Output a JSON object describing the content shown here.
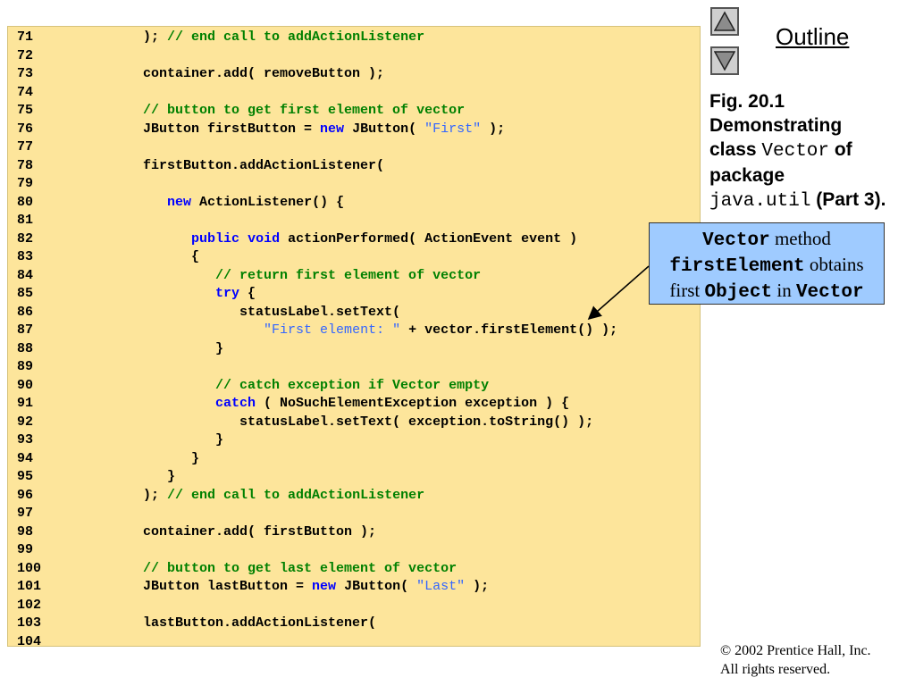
{
  "nav": {
    "outline_label": "Outline",
    "up_icon": "triangle-up-icon",
    "down_icon": "triangle-down-icon"
  },
  "caption": {
    "line1": "Fig. 20.1",
    "line2": "Demonstrating",
    "line3_pre": "class ",
    "line3_mono": "Vector",
    "line3_post": " of",
    "line4": "package",
    "line5_mono": "java.util",
    "line5_post": " (Part 3)."
  },
  "callout": {
    "p1_mono": "Vector",
    "p1_text": " method",
    "p2_mono": "firstElement",
    "p2_text": " obtains",
    "p3_text": "first ",
    "p3_mono": "Object",
    "p3_mid": " in ",
    "p3_mono2": "Vector"
  },
  "code": [
    {
      "n": "71",
      "tokens": [
        [
          "plain",
          "         ); "
        ],
        [
          "comment",
          "// end call to addActionListener"
        ]
      ]
    },
    {
      "n": "72",
      "tokens": []
    },
    {
      "n": "73",
      "tokens": [
        [
          "plain",
          "         container.add( removeButton );"
        ]
      ]
    },
    {
      "n": "74",
      "tokens": []
    },
    {
      "n": "75",
      "tokens": [
        [
          "comment",
          "         // button to get first element of vector"
        ]
      ]
    },
    {
      "n": "76",
      "tokens": [
        [
          "plain",
          "         JButton firstButton = "
        ],
        [
          "keyword",
          "new"
        ],
        [
          "plain",
          " JButton( "
        ],
        [
          "string",
          "\"First\""
        ],
        [
          "plain",
          " );"
        ]
      ]
    },
    {
      "n": "77",
      "tokens": []
    },
    {
      "n": "78",
      "tokens": [
        [
          "plain",
          "         firstButton.addActionListener("
        ]
      ]
    },
    {
      "n": "79",
      "tokens": []
    },
    {
      "n": "80",
      "tokens": [
        [
          "plain",
          "            "
        ],
        [
          "keyword",
          "new"
        ],
        [
          "plain",
          " ActionListener() {"
        ]
      ]
    },
    {
      "n": "81",
      "tokens": []
    },
    {
      "n": "82",
      "tokens": [
        [
          "plain",
          "               "
        ],
        [
          "keyword",
          "public"
        ],
        [
          "plain",
          " "
        ],
        [
          "keyword",
          "void"
        ],
        [
          "plain",
          " actionPerformed( ActionEvent event )"
        ]
      ]
    },
    {
      "n": "83",
      "tokens": [
        [
          "plain",
          "               {"
        ]
      ]
    },
    {
      "n": "84",
      "tokens": [
        [
          "comment",
          "                  // return first element of vector"
        ]
      ]
    },
    {
      "n": "85",
      "tokens": [
        [
          "plain",
          "                  "
        ],
        [
          "keyword",
          "try"
        ],
        [
          "plain",
          " {"
        ]
      ]
    },
    {
      "n": "86",
      "tokens": [
        [
          "plain",
          "                     statusLabel.setText("
        ]
      ]
    },
    {
      "n": "87",
      "tokens": [
        [
          "plain",
          "                        "
        ],
        [
          "string",
          "\"First element: \""
        ],
        [
          "plain",
          " + vector.firstElement() );"
        ]
      ]
    },
    {
      "n": "88",
      "tokens": [
        [
          "plain",
          "                  }"
        ]
      ]
    },
    {
      "n": "89",
      "tokens": []
    },
    {
      "n": "90",
      "tokens": [
        [
          "comment",
          "                  // catch exception if Vector empty"
        ]
      ]
    },
    {
      "n": "91",
      "tokens": [
        [
          "plain",
          "                  "
        ],
        [
          "keyword",
          "catch"
        ],
        [
          "plain",
          " ( NoSuchElementException exception ) {"
        ]
      ]
    },
    {
      "n": "92",
      "tokens": [
        [
          "plain",
          "                     statusLabel.setText( exception.toString() );"
        ]
      ]
    },
    {
      "n": "93",
      "tokens": [
        [
          "plain",
          "                  }"
        ]
      ]
    },
    {
      "n": "94",
      "tokens": [
        [
          "plain",
          "               }"
        ]
      ]
    },
    {
      "n": "95",
      "tokens": [
        [
          "plain",
          "            }"
        ]
      ]
    },
    {
      "n": "96",
      "tokens": [
        [
          "plain",
          "         ); "
        ],
        [
          "comment",
          "// end call to addActionListener"
        ]
      ]
    },
    {
      "n": "97",
      "tokens": []
    },
    {
      "n": "98",
      "tokens": [
        [
          "plain",
          "         container.add( firstButton );"
        ]
      ]
    },
    {
      "n": "99",
      "tokens": []
    },
    {
      "n": "100",
      "tokens": [
        [
          "comment",
          "         // button to get last element of vector"
        ]
      ]
    },
    {
      "n": "101",
      "tokens": [
        [
          "plain",
          "         JButton lastButton = "
        ],
        [
          "keyword",
          "new"
        ],
        [
          "plain",
          " JButton( "
        ],
        [
          "string",
          "\"Last\""
        ],
        [
          "plain",
          " );"
        ]
      ]
    },
    {
      "n": "102",
      "tokens": []
    },
    {
      "n": "103",
      "tokens": [
        [
          "plain",
          "         lastButton.addActionListener("
        ]
      ]
    },
    {
      "n": "104",
      "tokens": []
    }
  ],
  "copyright": {
    "line1": "© 2002 Prentice Hall, Inc.",
    "line2": "All rights reserved."
  },
  "colors": {
    "code_background": "#fde59b",
    "comment": "#008000",
    "keyword": "#0000ff",
    "string": "#3366ff",
    "callout_background": "#9fcbff"
  }
}
